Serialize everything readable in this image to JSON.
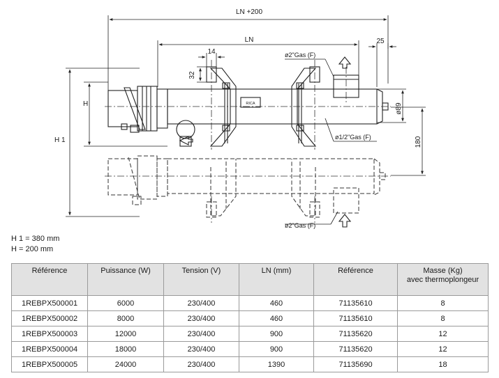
{
  "drawing": {
    "dim_ln200": "LN +200",
    "dim_ln": "LN",
    "dim_14": "14",
    "dim_25": "25",
    "dim_32": "32",
    "dim_h": "H",
    "dim_h1": "H 1",
    "dim_89": "ø89",
    "dim_180": "180",
    "port_top": "ø2\"Gas (F)",
    "port_side": "ø1/2\"Gas (F)",
    "port_bottom": "ø2\"Gas (F)",
    "label_plate": "RICA"
  },
  "notes": {
    "h1": "H 1 = 380 mm",
    "h": "H = 200 mm"
  },
  "table": {
    "headers": [
      "Référence",
      "Puissance (W)",
      "Tension (V)",
      "LN (mm)",
      "Référence",
      "Masse (Kg)\navec thermoplongeur"
    ],
    "rows": [
      [
        "1REBPX500001",
        "6000",
        "230/400",
        "460",
        "71135610",
        "8"
      ],
      [
        "1REBPX500002",
        "8000",
        "230/400",
        "460",
        "71135610",
        "8"
      ],
      [
        "1REBPX500003",
        "12000",
        "230/400",
        "900",
        "71135620",
        "12"
      ],
      [
        "1REBPX500004",
        "18000",
        "230/400",
        "900",
        "71135620",
        "12"
      ],
      [
        "1REBPX500005",
        "24000",
        "230/400",
        "1390",
        "71135690",
        "18"
      ]
    ]
  }
}
